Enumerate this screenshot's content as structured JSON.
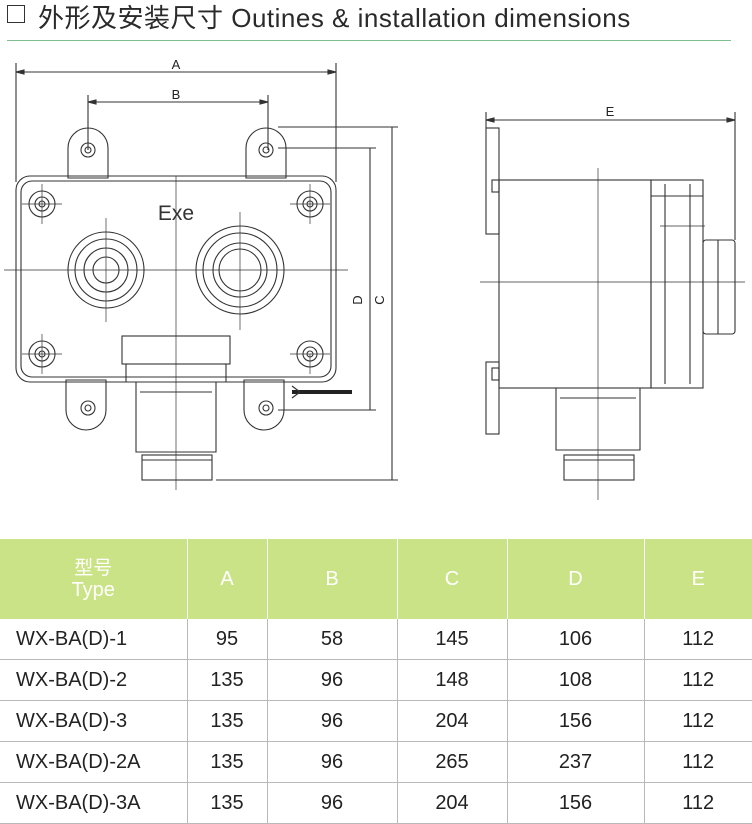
{
  "header": {
    "title": "外形及安装尺寸 Outines & installation dimensions"
  },
  "drawing": {
    "label_a": "A",
    "label_b": "B",
    "label_c": "C",
    "label_d": "D",
    "label_e": "E",
    "marking": "Exe"
  },
  "table": {
    "head": {
      "type_zh": "型号",
      "type_en": "Type",
      "a": "A",
      "b": "B",
      "c": "C",
      "d": "D",
      "e": "E"
    },
    "rows": [
      {
        "type": "WX-BA(D)-1",
        "a": "95",
        "b": "58",
        "c": "145",
        "d": "106",
        "e": "112"
      },
      {
        "type": "WX-BA(D)-2",
        "a": "135",
        "b": "96",
        "c": "148",
        "d": "108",
        "e": "112"
      },
      {
        "type": "WX-BA(D)-3",
        "a": "135",
        "b": "96",
        "c": "204",
        "d": "156",
        "e": "112"
      },
      {
        "type": "WX-BA(D)-2A",
        "a": "135",
        "b": "96",
        "c": "265",
        "d": "237",
        "e": "112"
      },
      {
        "type": "WX-BA(D)-3A",
        "a": "135",
        "b": "96",
        "c": "204",
        "d": "156",
        "e": "112"
      }
    ]
  },
  "colors": {
    "header_rule": "#7fbf8f",
    "table_header_bg": "#cbe387",
    "line": "#333333"
  }
}
